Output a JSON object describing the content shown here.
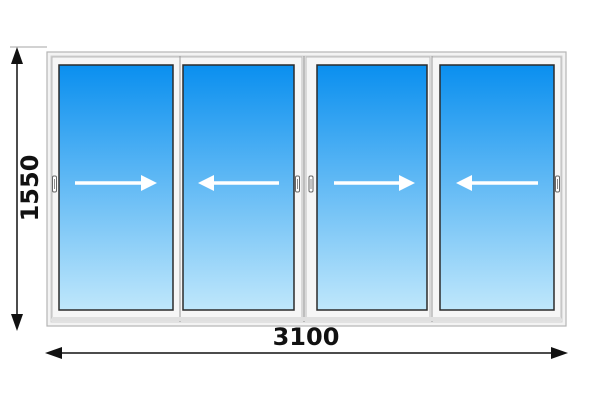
{
  "dimensions": {
    "width_label": "3100",
    "height_label": "1550"
  },
  "window": {
    "panel_count": 4,
    "sliding_directions": [
      "right",
      "left",
      "right",
      "left"
    ]
  },
  "colors": {
    "frame": "#f2f2f2",
    "frame_edge": "#b8b8b8",
    "glass_top": "#0a8fef",
    "glass_bottom": "#bfe7fb",
    "arrow": "#ffffff",
    "dimension_line": "#111111"
  },
  "icons": {
    "arrow_right": "arrow-right-icon",
    "arrow_left": "arrow-left-icon",
    "handle": "handle-icon"
  }
}
